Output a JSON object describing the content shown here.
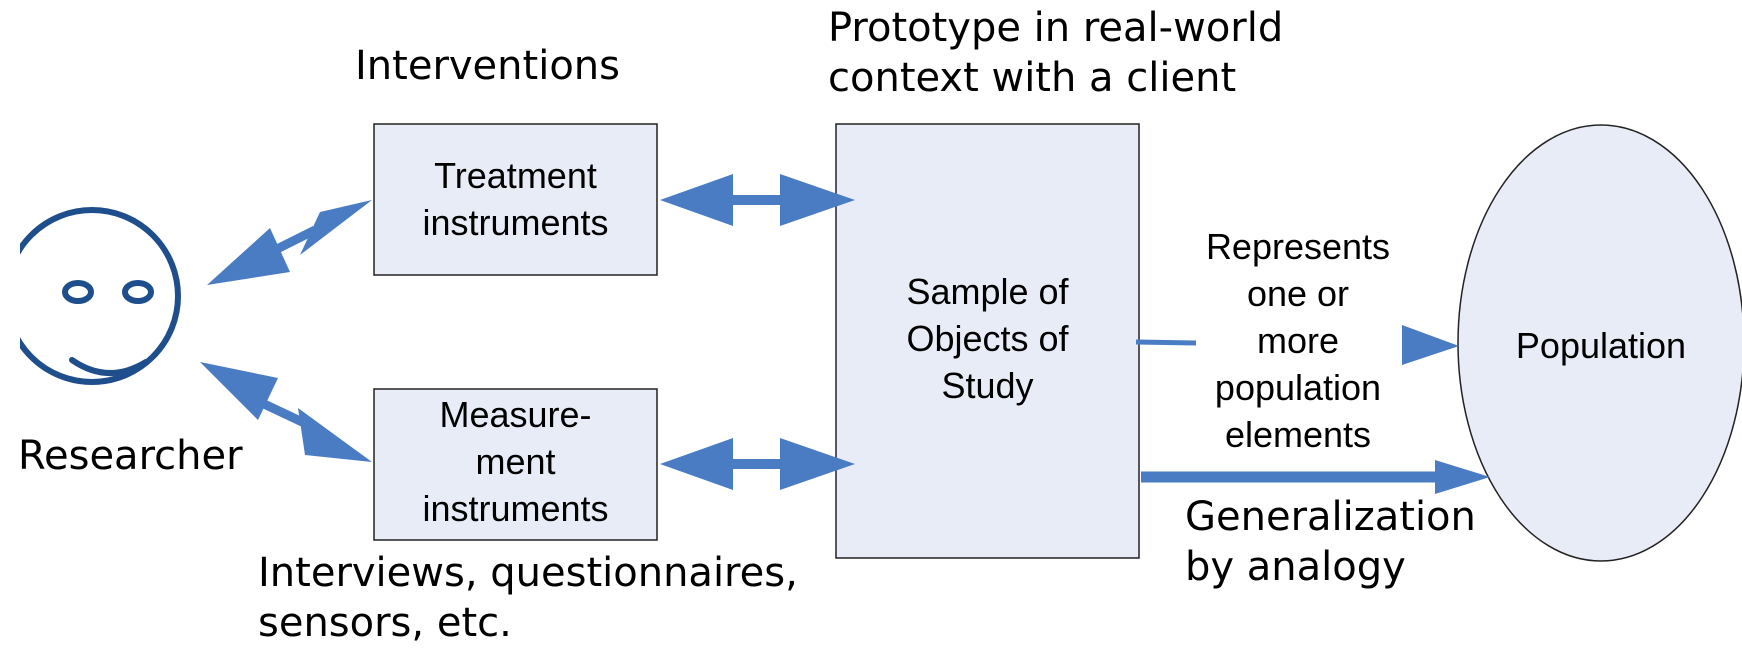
{
  "labels": {
    "interventions": "Interventions",
    "prototype_line1": "Prototype in real-world",
    "prototype_line2": "context with a client",
    "researcher": "Researcher",
    "measures_line1": "Interviews, questionnaires,",
    "measures_line2": "sensors, etc.",
    "represents": [
      "Represents",
      "one or",
      "more",
      "population",
      "elements"
    ],
    "generalization_line1": "Generalization",
    "generalization_line2": "by analogy"
  },
  "boxes": {
    "treatment": [
      "Treatment",
      "instruments"
    ],
    "measurement": [
      "Measure-",
      "ment",
      "instruments"
    ],
    "sample": [
      "Sample of",
      "Objects of",
      "Study"
    ],
    "population": "Population"
  },
  "colors": {
    "box_fill": "#e8ecf7",
    "box_stroke": "#222222",
    "arrow": "#4a7cc4",
    "face": "#1f4e8c"
  },
  "icons": {
    "researcher": "smiley-face-icon"
  }
}
